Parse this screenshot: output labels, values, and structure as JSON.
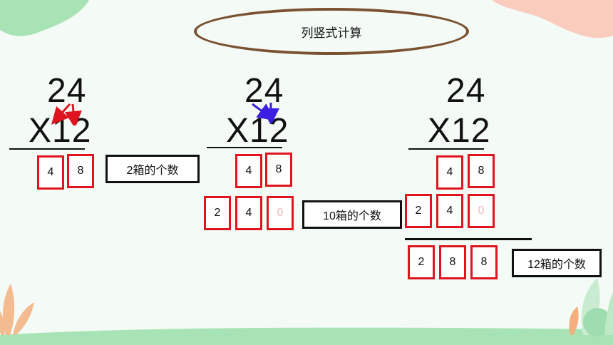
{
  "title": "列竖式计算",
  "problems": [
    {
      "multiplicand": "24",
      "multiplier": "X12",
      "row1": [
        "4",
        "8"
      ],
      "label": "2箱的个数"
    },
    {
      "multiplicand": "24",
      "multiplier": "X12",
      "row1": [
        "4",
        "8"
      ],
      "row2": [
        "2",
        "4",
        "0"
      ],
      "label": "10箱的个数"
    },
    {
      "multiplicand": "24",
      "multiplier": "X12",
      "row1": [
        "4",
        "8"
      ],
      "row2": [
        "2",
        "4",
        "0"
      ],
      "result": [
        "2",
        "8",
        "8"
      ],
      "label": "12箱的个数"
    }
  ],
  "colors": {
    "background": "#f4fbf6",
    "box_border": "#e0141e",
    "oval_border": "#7a5232",
    "arrow_red": "#e0141e",
    "arrow_blue": "#3a1fe0",
    "faint_digit": "#f4b7bb"
  }
}
